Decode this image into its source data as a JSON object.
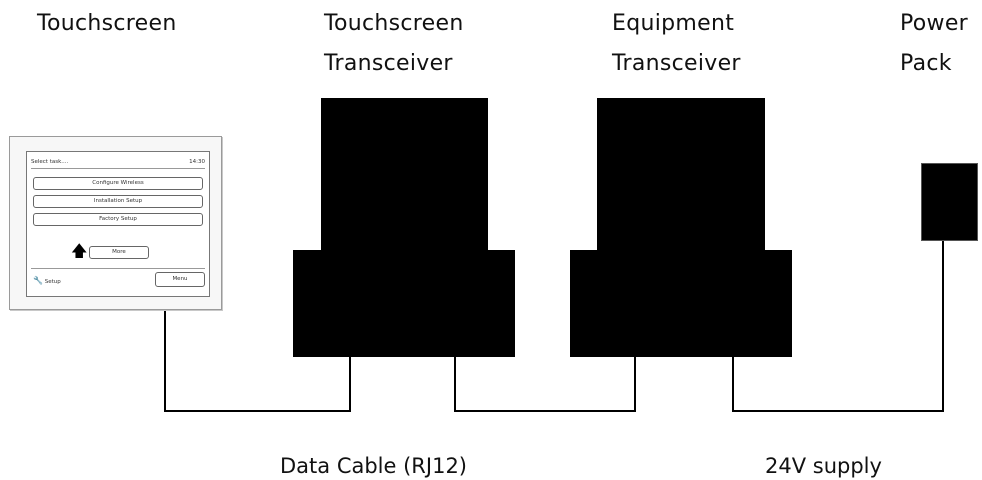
{
  "labels": {
    "touchscreen": "Touchscreen",
    "touchscreen_transceiver": [
      "Touchscreen",
      "Transceiver"
    ],
    "equipment_transceiver": [
      "Equipment",
      "Transceiver"
    ],
    "power_pack": [
      "Power",
      "Pack"
    ]
  },
  "cables": {
    "data_cable": "Data Cable (RJ12)",
    "supply": "24V supply"
  },
  "screen": {
    "header_left": "Select task....",
    "header_right": "14:30",
    "buttons": [
      "Configure Wireless",
      "Installation Setup",
      "Factory Setup"
    ],
    "more": "More",
    "footer_left": "Setup",
    "footer_right": "Menu"
  },
  "icons": {
    "arrow": "up-arrow-icon",
    "tool": "wrench-icon"
  },
  "colors": {
    "device_fill": "#000000",
    "wire": "#000000",
    "panel": "#f7f7f7"
  }
}
